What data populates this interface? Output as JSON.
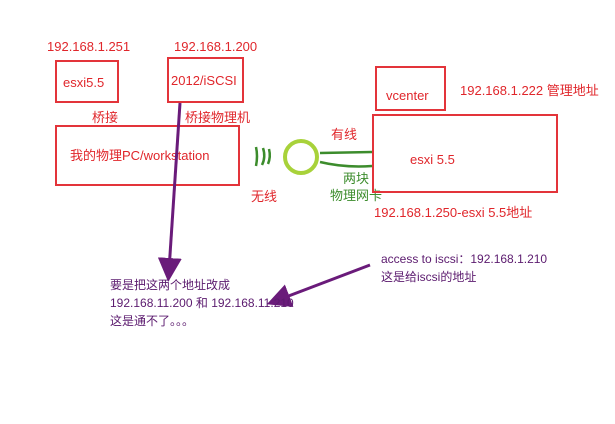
{
  "labels": {
    "ip_esxi55_left": "192.168.1.251",
    "ip_2012_iscsi": "192.168.1.200",
    "ip_vcenter": "192.168.1.222 管理地址",
    "bridge_1": "桥接",
    "bridge_2": "桥接物理机",
    "wired": "有线",
    "wireless": "无线",
    "two_nics": "两块\n物理网卡",
    "ip_esxi55_right": "192.168.1.250-esxi 5.5地址"
  },
  "boxes": {
    "esxi55_left": "esxi5.5",
    "iscsi_2012": "2012/iSCSI",
    "vcenter": "vcenter",
    "physical_pc": "我的物理PC/workstation",
    "esxi55_right": "esxi 5.5"
  },
  "notes": {
    "left_line1": "要是把这两个地址改成",
    "left_line2": "192.168.11.200  和  192.168.11.210",
    "left_line3": "这是通不了。。。",
    "right_line1": "access to iscsi：192.168.1.210",
    "right_line2": "这是给iscsi的地址"
  },
  "colors": {
    "box_border": "#e3343a",
    "label_red": "#e0262b",
    "wire_green": "#3c8c2c",
    "circle": "#a8d23a",
    "arrow": "#6a1b7a"
  }
}
